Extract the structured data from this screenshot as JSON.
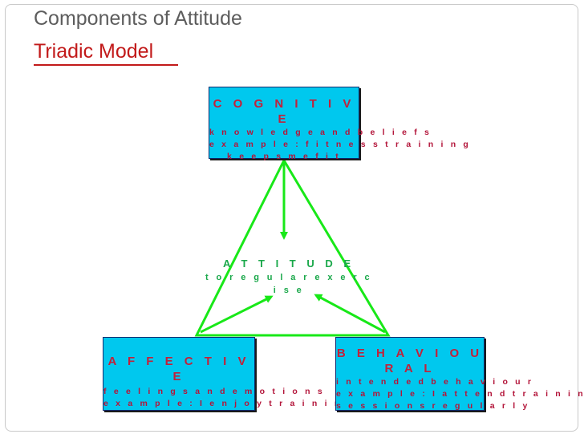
{
  "slide": {
    "title": "Components of Attitude",
    "subtitle": "Triadic Model"
  },
  "diagram": {
    "cognitive": {
      "heading": "C O G N I T I V E",
      "lines": [
        "k n o w l e d g e   a n d   b e l i e f s",
        "e x a m p l e  :  f i t n e s s   t r a i n i n g",
        "k e e p s   m e   f i t"
      ]
    },
    "attitude": {
      "heading": "A T T I T U D E",
      "line": "t o   r e g u l a r   e x e r c i s e"
    },
    "affective": {
      "heading": "A F F E C T I V E",
      "lines": [
        "f e e l i n g s   a n d   e m o t i o n s",
        "e x a m p l e  :  I   e n j o y   t r a i n i n g"
      ]
    },
    "behavioural": {
      "heading": "B E H A V I O U R A L",
      "lines": [
        "i n t e n d e d   b e h a v i o u r",
        "e x a m p l e  :  I   a t t e n d   t r a i n i n g",
        "s e s s i o n s   r e g u l a r l y"
      ]
    },
    "colors": {
      "box_fill": "#00c8ee",
      "heading_text": "#c2213a",
      "arrow_green": "#18e818",
      "attitude_text": "#1aa84a",
      "subtitle_red": "#c21a1a"
    }
  }
}
